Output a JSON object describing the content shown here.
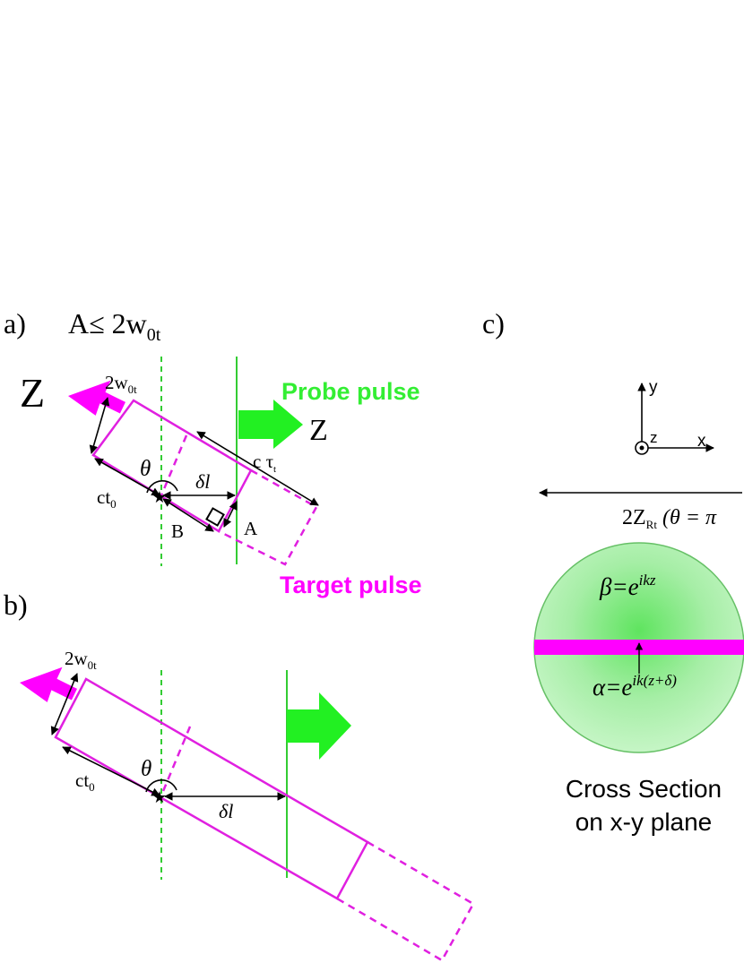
{
  "panel_a": {
    "label": "a)",
    "condition_main": "A≤ 2w",
    "condition_sub": "0t",
    "big_z": "Z",
    "width_main": "2w",
    "width_sub": "0t",
    "probe_label": "Probe pulse",
    "probe_z": "Z",
    "theta": "θ",
    "ct_main": "ct",
    "ct_sub": "0",
    "delta_l": "δl",
    "ctau_main": "c τ",
    "ctau_sub": "t",
    "b_label": "B",
    "a_label": "A",
    "target_label": "Target pulse"
  },
  "panel_b": {
    "label": "b)",
    "width_main": "2w",
    "width_sub": "0t",
    "theta": "θ",
    "ct_main": "ct",
    "ct_sub": "0",
    "delta_l": "δl"
  },
  "panel_c": {
    "label": "c)",
    "axis_y": "y",
    "axis_z": "z",
    "axis_x": "x",
    "rayleigh_main": "2Z",
    "rayleigh_sub": "Rt",
    "rayleigh_cond": "(θ = π",
    "beta": "β=e",
    "beta_exp": "ikz",
    "alpha": "α=e",
    "alpha_exp": "ik(z+δ)",
    "cross_section_line1": "Cross Section",
    "cross_section_line2": "on x-y plane"
  },
  "colors": {
    "magenta": "#ff00ff",
    "pulse_line": "#e020e0",
    "green_arrow": "#22f022",
    "green_line": "#33cc33",
    "green_text": "#33ee33",
    "sphere_fill": "#a8f0a8",
    "sphere_stroke": "#66c066"
  }
}
